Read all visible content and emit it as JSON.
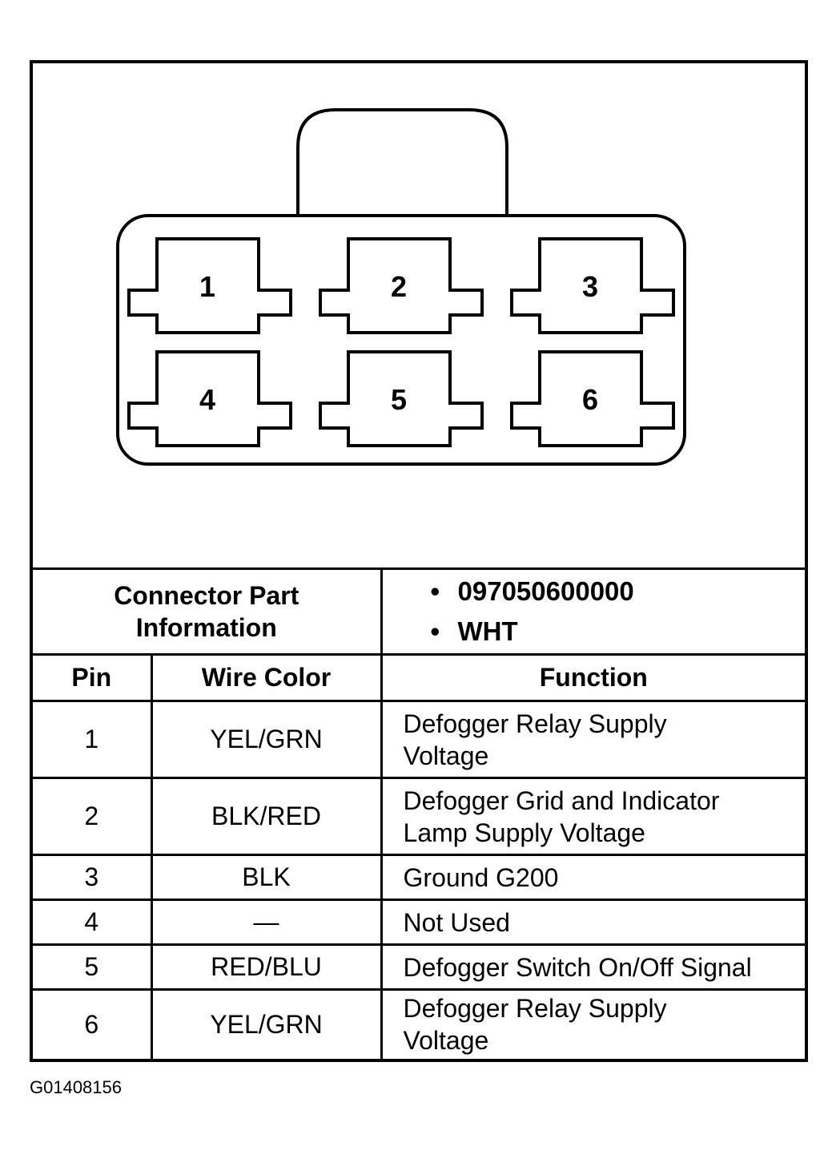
{
  "diagram": {
    "pins": [
      "1",
      "2",
      "3",
      "4",
      "5",
      "6"
    ]
  },
  "connector_info": {
    "label_line1": "Connector Part",
    "label_line2": "Information",
    "part_number": "097050600000",
    "color": "WHT"
  },
  "table": {
    "headers": {
      "pin": "Pin",
      "wire_color": "Wire Color",
      "function": "Function"
    },
    "rows": [
      {
        "pin": "1",
        "wire_color": "YEL/GRN",
        "function_line1": "Defogger Relay Supply",
        "function_line2": "Voltage"
      },
      {
        "pin": "2",
        "wire_color": "BLK/RED",
        "function_line1": "Defogger Grid and Indicator",
        "function_line2": "Lamp Supply Voltage"
      },
      {
        "pin": "3",
        "wire_color": "BLK",
        "function_line1": "Ground G200",
        "function_line2": ""
      },
      {
        "pin": "4",
        "wire_color": "—",
        "function_line1": "Not Used",
        "function_line2": ""
      },
      {
        "pin": "5",
        "wire_color": "RED/BLU",
        "function_line1": "Defogger Switch On/Off Signal",
        "function_line2": ""
      },
      {
        "pin": "6",
        "wire_color": "YEL/GRN",
        "function_line1": "Defogger Relay Supply",
        "function_line2": "Voltage"
      }
    ]
  },
  "footnote": "G01408156"
}
